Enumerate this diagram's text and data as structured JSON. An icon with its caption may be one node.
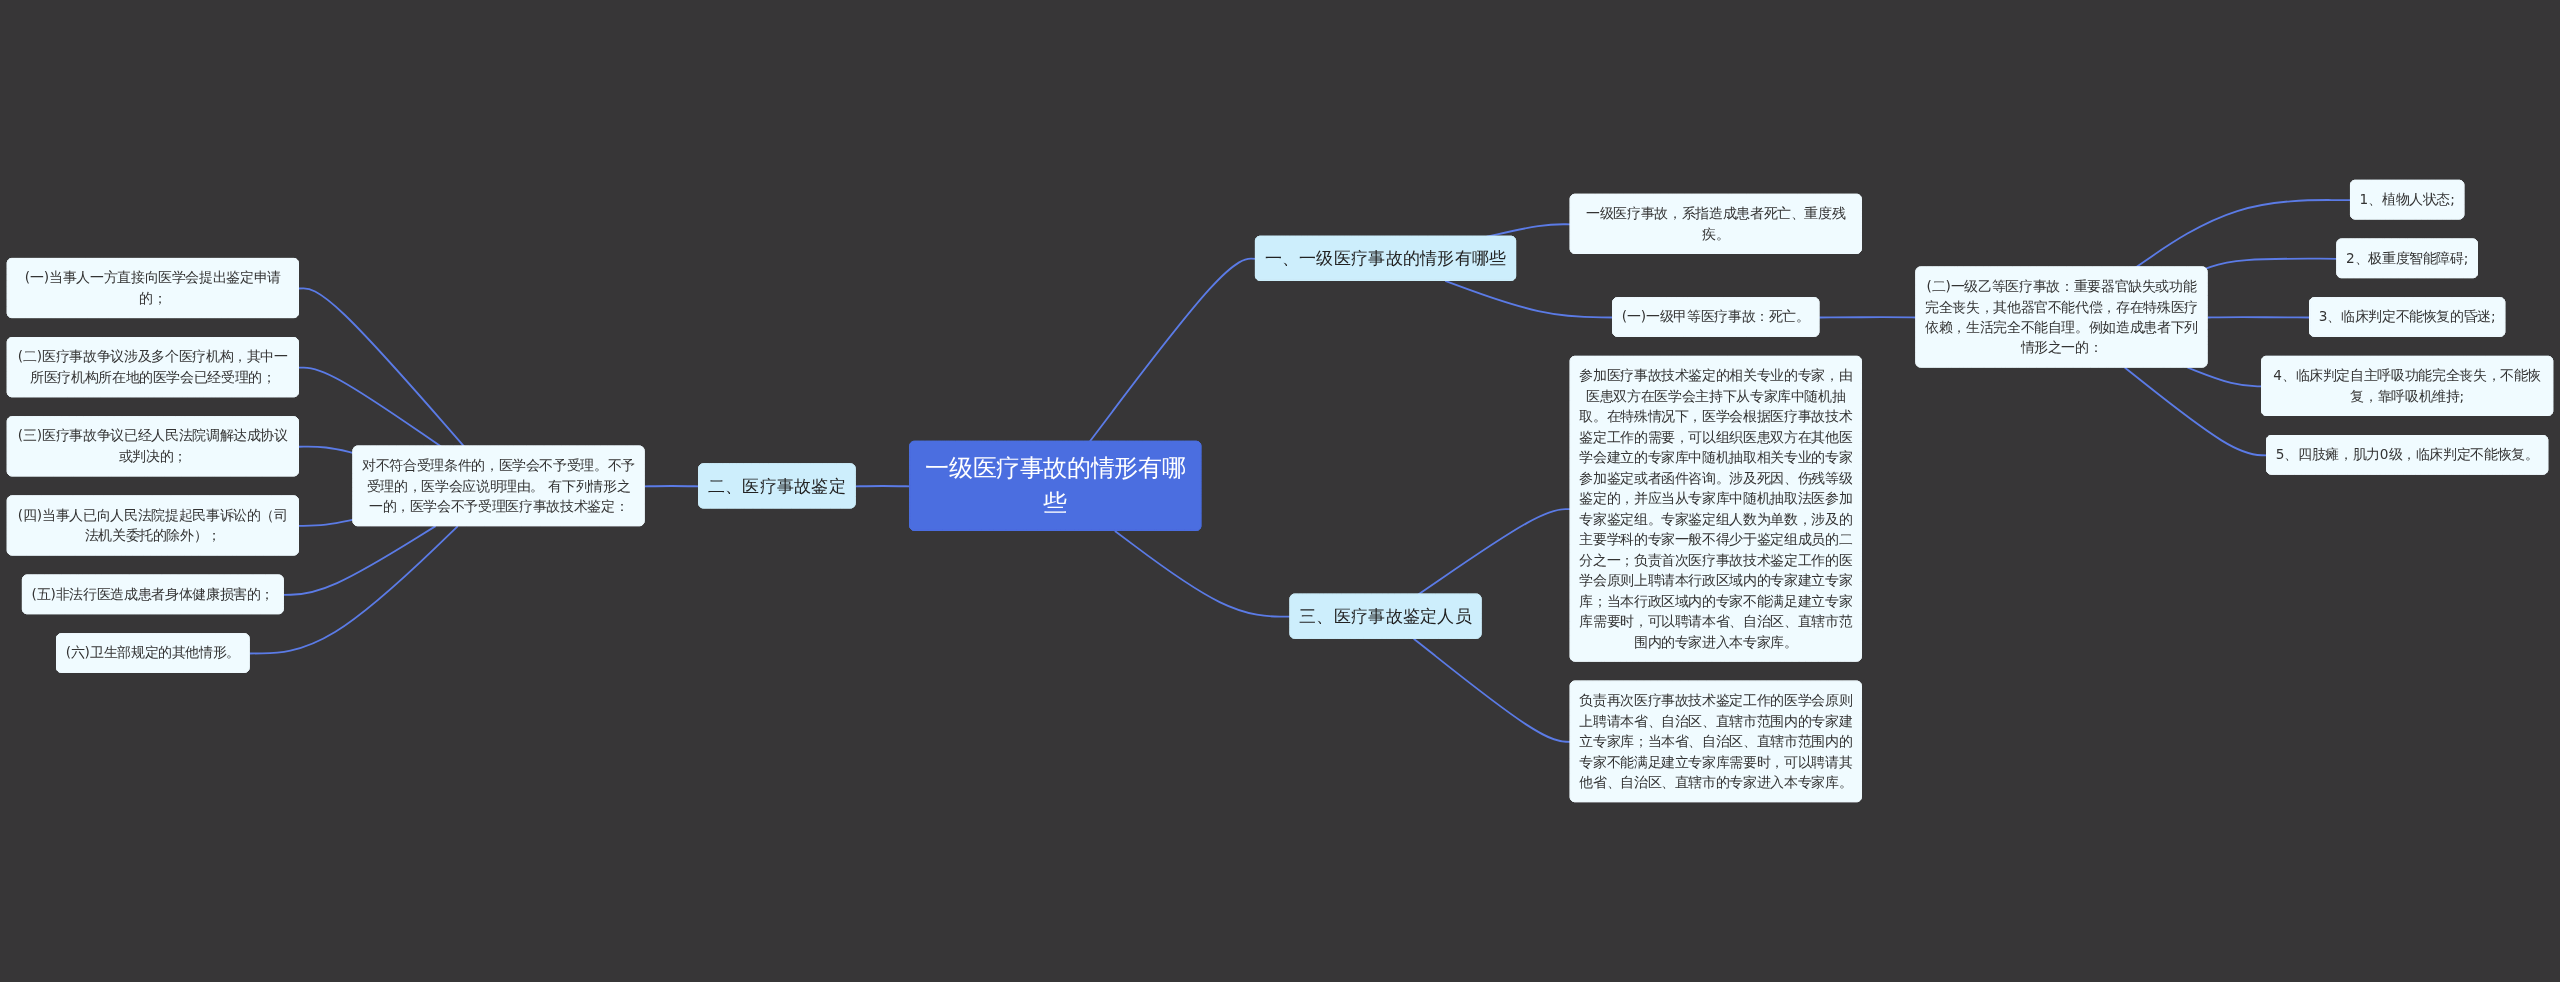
{
  "diagram": {
    "nodes": [
      {
        "text": [
          "一级医疗事故的情形有哪些"
        ]
      },
      {
        "text": [
          "一、一级医疗事故的情形有哪些"
        ]
      },
      {
        "text": [
          "一级医疗事故，系指造成患者死亡、重度残疾。"
        ]
      },
      {
        "text": [
          "(一)一级甲等医疗事故：死亡。"
        ]
      },
      {
        "text": [
          "(二)一级乙等医疗事故：重要器官缺失或功能完全丧失，其他器官不能代偿，存在特殊医疗依赖，生活完全不能自理。例如造成患者下列情形之一的："
        ]
      },
      {
        "text": [
          "1、植物人状态;"
        ]
      },
      {
        "text": [
          "2、极重度智能障碍;"
        ]
      },
      {
        "text": [
          "3、临床判定不能恢复的昏迷;"
        ]
      },
      {
        "text": [
          "4、临床判定自主呼吸功能完全丧失，不能恢复，靠呼吸机维持;"
        ]
      },
      {
        "text": [
          "5、四肢瘫，肌力0级，临床判定不能恢复。"
        ]
      },
      {
        "text": [
          "三、医疗事故鉴定人员"
        ]
      },
      {
        "text": [
          "参加医疗事故技术鉴定的相关专业的专家，由医患双方在医学会主持下从专家库中随机抽取。在特殊情况下，医学会根据医疗事故技术鉴定工作的需要，可以组织医患双方在其他医学会建立的专家库中随机抽取相关专业的专家参加鉴定或者函件咨询。涉及死因、伤残等级鉴定的，并应当从专家库中随机抽取法医参加专家鉴定组。专家鉴定组人数为单数，涉及的主要学科的专家一般不得少于鉴定组成员的二分之一；负责首次医疗事故技术鉴定工作的医学会原则上聘请本行政区域内的专家建立专家库；当本行政区域内的专家不能满足建立专家库需要时，可以聘请本省、自治区、直辖市范围内的专家进入本专家库。"
        ]
      },
      {
        "text": [
          "负责再次医疗事故技术鉴定工作的医学会原则上聘请本省、自治区、直辖市范围内的专家建立专家库；当本省、自治区、直辖市范围内的专家不能满足建立专家库需要时，可以聘请其他省、自治区、直辖市的专家进入本专家库。"
        ]
      },
      {
        "text": [
          "二、医疗事故鉴定"
        ]
      },
      {
        "text": [
          "对不符合受理条件的，医学会不予受理。不予受理的，医学会应说明理由。 有下列情形之一的，医学会不予受理医疗事故技术鉴定："
        ]
      },
      {
        "text": [
          "(一)当事人一方直接向医学会提出鉴定申请的；"
        ]
      },
      {
        "text": [
          "(二)医疗事故争议涉及多个医疗机构，其中一所医疗机构所在地的医学会已经受理的；"
        ]
      },
      {
        "text": [
          "(三)医疗事故争议已经人民法院调解达成协议或判决的；"
        ]
      },
      {
        "text": [
          "(四)当事人已向人民法院提起民事诉讼的（司法机关委托的除外）；"
        ]
      },
      {
        "text": [
          "(五)非法行医造成患者身体健康损害的；"
        ]
      },
      {
        "text": [
          "(六)卫生部规定的其他情形。"
        ]
      }
    ],
    "edges": [
      {
        "from": 0,
        "to": 1,
        "arrow": "none"
      },
      {
        "from": 1,
        "to": 2,
        "arrow": "none"
      },
      {
        "from": 1,
        "to": 3,
        "arrow": "none"
      },
      {
        "from": 3,
        "to": 4,
        "arrow": "none"
      },
      {
        "from": 4,
        "to": 5,
        "arrow": "none"
      },
      {
        "from": 4,
        "to": 6,
        "arrow": "none"
      },
      {
        "from": 4,
        "to": 7,
        "arrow": "none"
      },
      {
        "from": 4,
        "to": 8,
        "arrow": "none"
      },
      {
        "from": 4,
        "to": 9,
        "arrow": "none"
      },
      {
        "from": 0,
        "to": 10,
        "arrow": "none"
      },
      {
        "from": 10,
        "to": 11,
        "arrow": "none"
      },
      {
        "from": 10,
        "to": 12,
        "arrow": "none"
      },
      {
        "from": 0,
        "to": 13,
        "arrow": "none"
      },
      {
        "from": 13,
        "to": 14,
        "arrow": "none"
      },
      {
        "from": 14,
        "to": 15,
        "arrow": "none"
      },
      {
        "from": 14,
        "to": 16,
        "arrow": "none"
      },
      {
        "from": 14,
        "to": 17,
        "arrow": "none"
      },
      {
        "from": 14,
        "to": 18,
        "arrow": "none"
      },
      {
        "from": 14,
        "to": 19,
        "arrow": "none"
      },
      {
        "from": 14,
        "to": 20,
        "arrow": "none"
      }
    ]
  }
}
